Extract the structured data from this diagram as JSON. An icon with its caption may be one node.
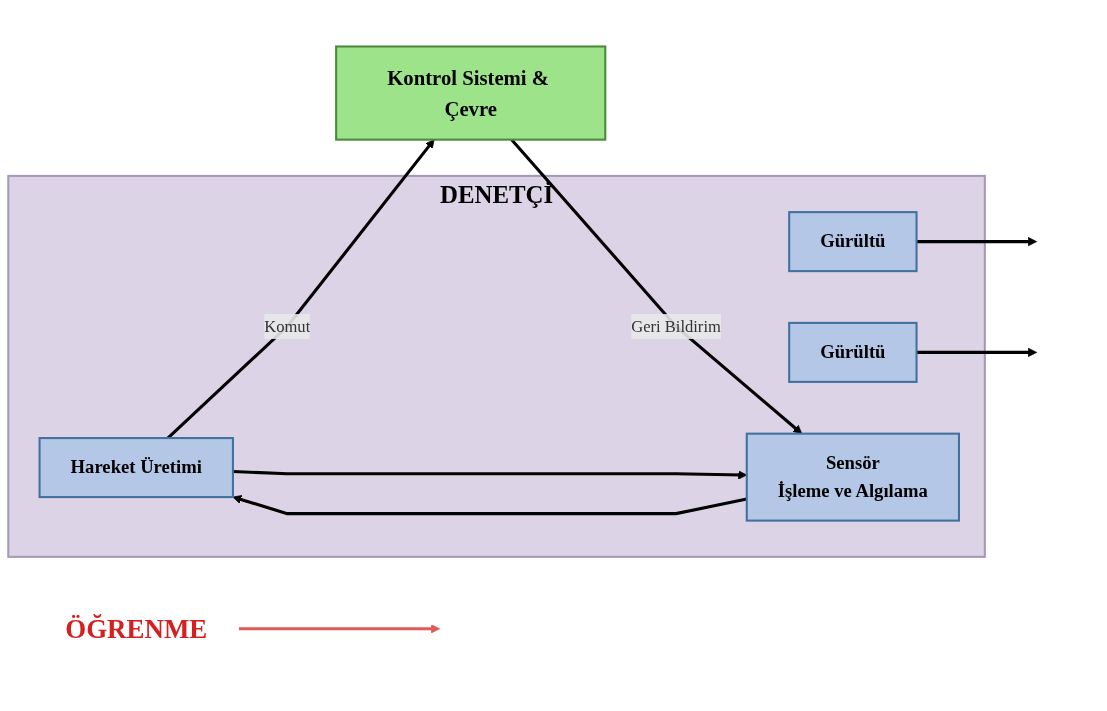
{
  "diagram": {
    "nodes": [
      {
        "text": [
          "DENETÇİ"
        ]
      },
      {
        "text": [
          "Gürültü"
        ],
        "in": 0
      },
      {
        "text": [
          "Hareket Üretimi"
        ],
        "in": 0
      },
      {
        "text": [
          "Gürültü"
        ],
        "in": 0
      },
      {
        "text": [
          "Sensör",
          "İşleme ve Algılama"
        ],
        "in": 0
      },
      {
        "text": [
          "Kontrol Sistemi & Çevre"
        ]
      },
      {
        "text": [
          "ÖĞRENME"
        ]
      }
    ],
    "edges": [
      {
        "from": 2,
        "to": 5,
        "arrow": "to",
        "label": "Komut"
      },
      {
        "from": 1,
        "to": null,
        "arrow": "to"
      },
      {
        "from": 5,
        "to": 4,
        "arrow": "to",
        "label": "Geri Bildirim"
      },
      {
        "from": 3,
        "to": null,
        "arrow": "to"
      },
      {
        "from": 4,
        "to": 2,
        "arrow": "to"
      },
      {
        "from": 2,
        "to": 4,
        "arrow": "to"
      },
      {
        "from": 6,
        "to": null,
        "arrow": "to",
        "color": "#e05a5a"
      }
    ]
  }
}
